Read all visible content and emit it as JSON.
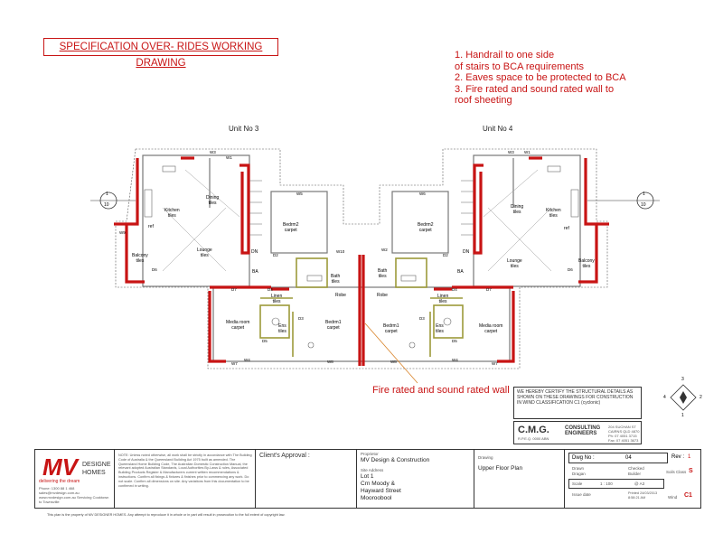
{
  "header": {
    "title": "SPECIFICATION OVER- RIDES WORKING DRAWING"
  },
  "notes": [
    "1. Handrail to one side",
    "of stairs to BCA requirements",
    "2. Eaves space to be protected to BCA",
    "3. Fire rated and sound rated wall to",
    "roof sheeting"
  ],
  "plan": {
    "unit_left": "Unit No 3",
    "unit_right": "Unit No 4",
    "section_marker": {
      "top": "1",
      "bottom": "10"
    },
    "fire_note": "Fire rated and sound rated wall",
    "rooms": {
      "dining_tiles": "Dining\ntiles",
      "kitchen_tiles": "Kitchen\ntiles",
      "lounge_tiles": "Lounge\ntiles",
      "balcony_tiles": "Balcony\ntiles",
      "bedrm2": "Bedrm2\ncarpet",
      "bath": "Bath\ntiles",
      "robe": "Robe",
      "linen": "Linen\ntiles",
      "ens": "Ens\ntiles",
      "media": "Media room\ncarpet",
      "bedrm1": "Bedrm1\ncarpet",
      "ref": "ref",
      "dn": "DN",
      "ba": "BA"
    },
    "labels": {
      "w1": "W1",
      "w2": "W2",
      "w3": "W3",
      "w4": "W4",
      "w5": "W5",
      "w6": "W6",
      "w7": "W7",
      "w8": "W8",
      "w9": "W9",
      "w10": "W10",
      "d1": "D1",
      "d2": "D2",
      "d3": "D3",
      "d4": "D4",
      "d5": "D5",
      "d6": "D6",
      "d7": "D7"
    }
  },
  "compass": {
    "n": "3",
    "e": "2",
    "s": "1",
    "w": "4"
  },
  "certification": {
    "text": "WE HEREBY CERTIFY THE STRUCTURAL DETAILS AS SHOWN ON THESE DRAWINGS FOR CONSTRUCTION IN WIND CLASSIFICATION C1 (cyclonic)",
    "company": "C.M.G.",
    "engineers": "CONSULTING ENGINEERS",
    "sub": "R.P.E.Q. 0000 ABN",
    "address": "204 SUCHAN ST CAIRNS QLD 4870 Ph: 07 4051 3715 Fax: 07 4051 3673"
  },
  "title_block": {
    "logo_mv": "MV",
    "logo_designer": "DESIGNER",
    "logo_homes": "HOMES",
    "tagline": "delivering the dream",
    "contact": "Phone: 1300 88 1 468 sales@mvdesign.com.au www.mvdesign.com.au Servicing Cooktown to Townsville",
    "note": "NOTE: Unless noted otherwise, all work shall be strictly in accordance with The Building Code of Australia & the Queensland Building Act 1975 built as amended. The Queensland Home Building Code, The Australian Domestic Construction Manual, the relevant adopted Australian Standards, Local Authorities By-Laws & rules, Associated Building Products Register & Manufacturers current written recommendations & instructions. Confirm all fixings & fixtures & finishes prior to commencing any work. Do not scale. Confirm all dimensions on site. Any variations from this documentation to be confirmed in writing.",
    "client_approval": "Client's Approval :",
    "proprietor_label": "Proprietor",
    "proprietor": "MV Design & Construction",
    "site_label": "Site Address",
    "site_lines": [
      "Lot 1",
      "Crn Moody &",
      "Hayward Street",
      "Mooroobool"
    ],
    "drawing_label": "Drawing",
    "drawing": "Upper Floor Plan",
    "dwg_no_label": "Dwg No :",
    "dwg_no": "04",
    "rev_label": "Rev :",
    "rev": "1",
    "drawn_label": "Drawn",
    "drawn": "Dragan",
    "checked_label": "Checked",
    "checked": "Builder",
    "soils_label": "Soils Class",
    "soils": "S",
    "scale_label": "Scale",
    "scale": "1 : 100",
    "sheet": "@ A3",
    "wind_label": "Wind",
    "wind": "C1",
    "issue_label": "Issue date",
    "issue": "Printed 24/03/2013 8:58:21 AM"
  },
  "footer": "This plan is the property of MV DESIGNER HOMES. Any attempt to reproduce it in whole or in part will result in prosecution to the full extent of copyright law."
}
